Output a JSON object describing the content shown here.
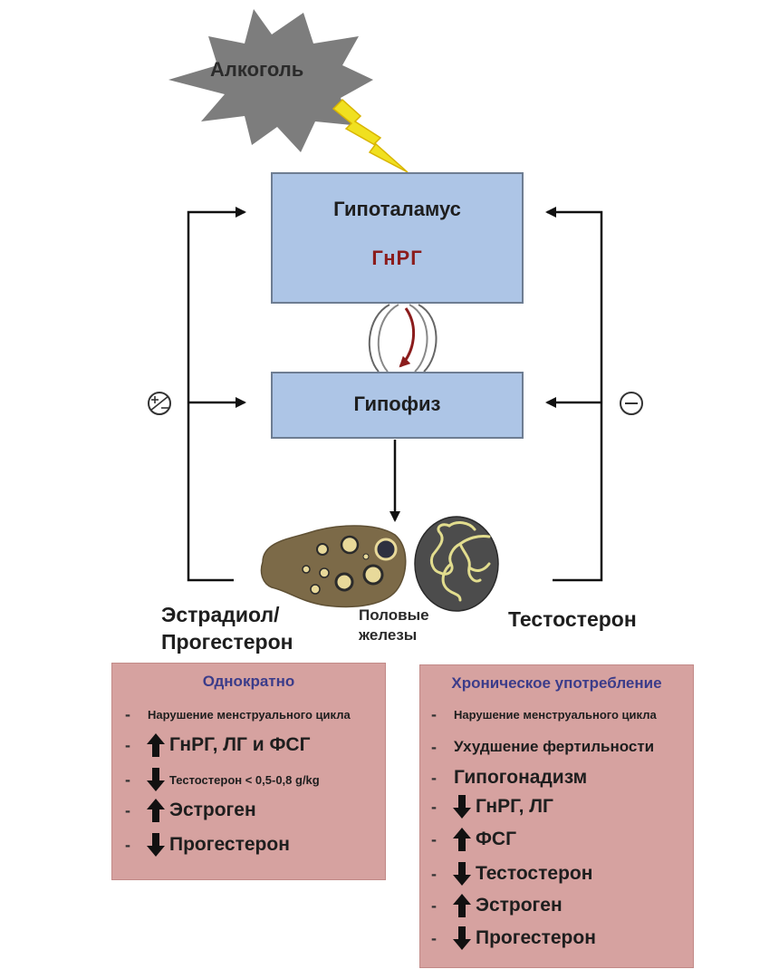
{
  "alcohol": "Алкоголь",
  "hypothalamus": {
    "title": "Гипоталамус",
    "hormone": "ГнРГ"
  },
  "pituitary": {
    "title": "Гипофиз"
  },
  "feedback": {
    "left_label": "Эстрадиол/ Прогестерон",
    "left_line1": "Эстрадиол/",
    "left_line2": "Прогестерон",
    "left_sign": "+/−",
    "right_label": "Тестостерон",
    "right_sign": "−"
  },
  "gonads": {
    "line1": "Половые",
    "line2": "железы"
  },
  "acute": {
    "title": "Однократно",
    "items": [
      {
        "arrow": "none",
        "text": "Нарушение менструального цикла"
      },
      {
        "arrow": "up",
        "text": "ГнРГ, ЛГ и ФСГ"
      },
      {
        "arrow": "down",
        "text": "Тестостерон < 0,5-0,8 g/kg"
      },
      {
        "arrow": "up",
        "text": "Эстроген"
      },
      {
        "arrow": "down",
        "text": "Прогестерон"
      }
    ]
  },
  "chronic": {
    "title": "Хроническое употребление",
    "items": [
      {
        "arrow": "none",
        "text": "Нарушение менструального цикла"
      },
      {
        "arrow": "none",
        "text": "Ухудшение фертильности"
      },
      {
        "arrow": "none",
        "text": "Гипогонадизм"
      },
      {
        "arrow": "down",
        "text": "ГнРГ, ЛГ"
      },
      {
        "arrow": "up",
        "text": "ФСГ"
      },
      {
        "arrow": "down",
        "text": "Тестостерон"
      },
      {
        "arrow": "up",
        "text": "Эстроген"
      },
      {
        "arrow": "down",
        "text": "Прогестерон"
      }
    ]
  },
  "colors": {
    "box_fill": "#adc5e6",
    "panel_fill": "#d6a2a0",
    "panel_title": "#3b3c8a",
    "gnrh_text": "#8b1c1c",
    "starburst": "#7d7d7d",
    "lightning": "#f0e020"
  }
}
